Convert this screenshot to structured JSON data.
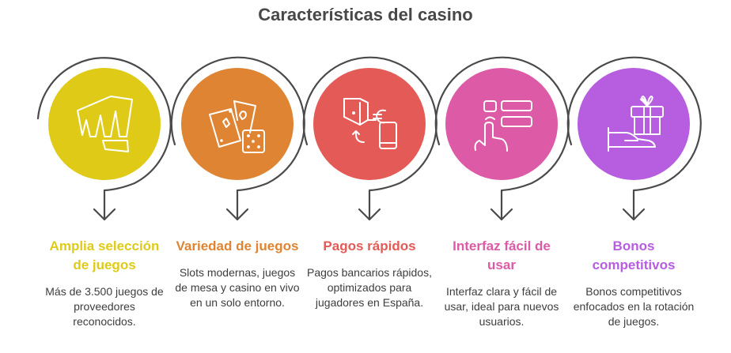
{
  "title": "Características del casino",
  "line_color": "#4a4a4a",
  "items": [
    {
      "icon": "fist-icon",
      "color": "#dfcb17",
      "title": "Amplia selección de juegos",
      "description": "Más de 3.500 juegos de proveedores reconocidos."
    },
    {
      "icon": "cards-dice-icon",
      "color": "#de8432",
      "title": "Variedad de juegos",
      "description": "Slots modernas, juegos de mesa y casino en vivo en un solo entorno."
    },
    {
      "icon": "payment-exchange-icon",
      "color": "#e45a56",
      "title": "Pagos rápidos",
      "description": "Pagos bancarios rápidos, optimizados para jugadores en España."
    },
    {
      "icon": "touch-interface-icon",
      "color": "#dd5aa6",
      "title": "Interfaz fácil de usar",
      "description": "Interfaz clara y fácil de usar, ideal para nuevos usuarios."
    },
    {
      "icon": "gift-hand-icon",
      "color": "#b65de0",
      "title": "Bonos competitivos",
      "description": "Bonos competitivos enfocados en la rotación de juegos."
    }
  ]
}
